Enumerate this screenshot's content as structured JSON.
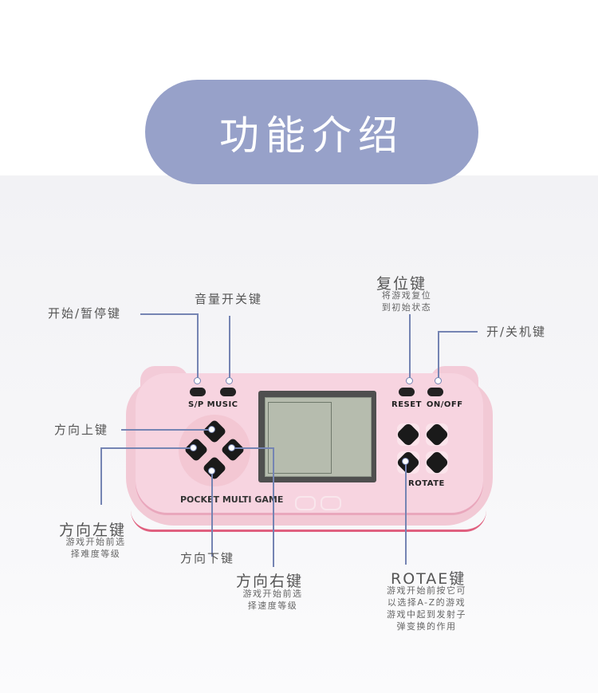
{
  "title": "功能介绍",
  "device": {
    "brand": "POCKET MULTI GAME",
    "buttons": {
      "sp_music": "S/P MUSIC",
      "reset_onoff": "RESET  ON/OFF",
      "rotate": "ROTATE"
    }
  },
  "callouts": {
    "start_pause": {
      "label": "开始/暂停键"
    },
    "volume": {
      "label": "音量开关键"
    },
    "reset": {
      "label": "复位键",
      "desc": [
        "将游戏复位",
        "到初始状态"
      ]
    },
    "power": {
      "label": "开/关机键"
    },
    "up": {
      "label": "方向上键"
    },
    "left": {
      "label": "方向左键",
      "desc": [
        "游戏开始前选",
        "择难度等级"
      ]
    },
    "down": {
      "label": "方向下键"
    },
    "right": {
      "label": "方向右键",
      "desc": [
        "游戏开始前选",
        "择速度等级"
      ]
    },
    "rotate": {
      "label": "ROTAE键",
      "desc": [
        "游戏开始前按它可",
        "以选择A-Z的游戏",
        "游戏中起到发射子",
        "弹变换的作用"
      ]
    }
  },
  "colors": {
    "title_pill": "#97a1c9",
    "leader_line": "#7584b3",
    "device_pink": "#f7d4e0",
    "device_rim": "#e0607f"
  }
}
